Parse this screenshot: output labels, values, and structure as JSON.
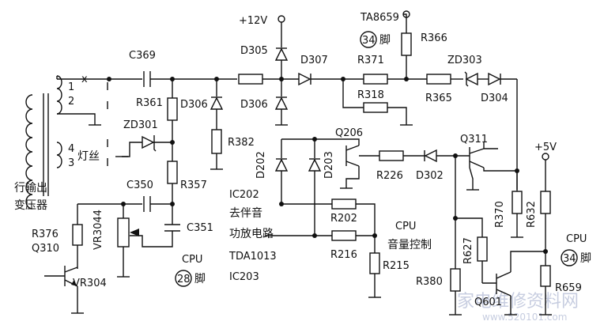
{
  "labels": {
    "p12v": "+12V",
    "ta8659": "TA8659",
    "pin34a": "34",
    "jiao": "脚",
    "r366": "R366",
    "c369": "C369",
    "d305": "D305",
    "d307": "D307",
    "r371": "R371",
    "zd303": "ZD303",
    "r361": "R361",
    "d306a": "D306",
    "d306b": "D306",
    "r318": "R318",
    "r365": "R365",
    "d304": "D304",
    "coil1": "1",
    "coil2": "2",
    "coil4": "4",
    "coil3": "3",
    "filament": "灯丝",
    "zd301": "ZD301",
    "r382": "R382",
    "q206": "Q206",
    "q311": "Q311",
    "d202": "D202",
    "d203": "D203",
    "r226": "R226",
    "d302": "D302",
    "p5v": "+5V",
    "flyback1": "行输出",
    "flyback2": "变压器",
    "c350": "C350",
    "r357": "R357",
    "ic202": "IC202",
    "mute1": "去伴音",
    "mute2": "功放电路",
    "r202": "R202",
    "cpu_vol": "CPU",
    "vol_ctrl": "音量控制",
    "r370": "R370",
    "r632": "R632",
    "r376": "R376",
    "q310": "Q310",
    "vr3044": "VR3044",
    "c351": "C351",
    "r216": "R216",
    "r215": "R215",
    "r627": "R627",
    "cpu_right": "CPU",
    "pin34b": "34",
    "tda1013": "TDA1013",
    "cpu28": "CPU",
    "pin28": "28",
    "ic203": "IC203",
    "r380": "R380",
    "q601": "Q601",
    "r659": "R659",
    "vr304": "VR304",
    "watermark": "家电维修资料网",
    "watermark_url": "www.520101.com"
  }
}
